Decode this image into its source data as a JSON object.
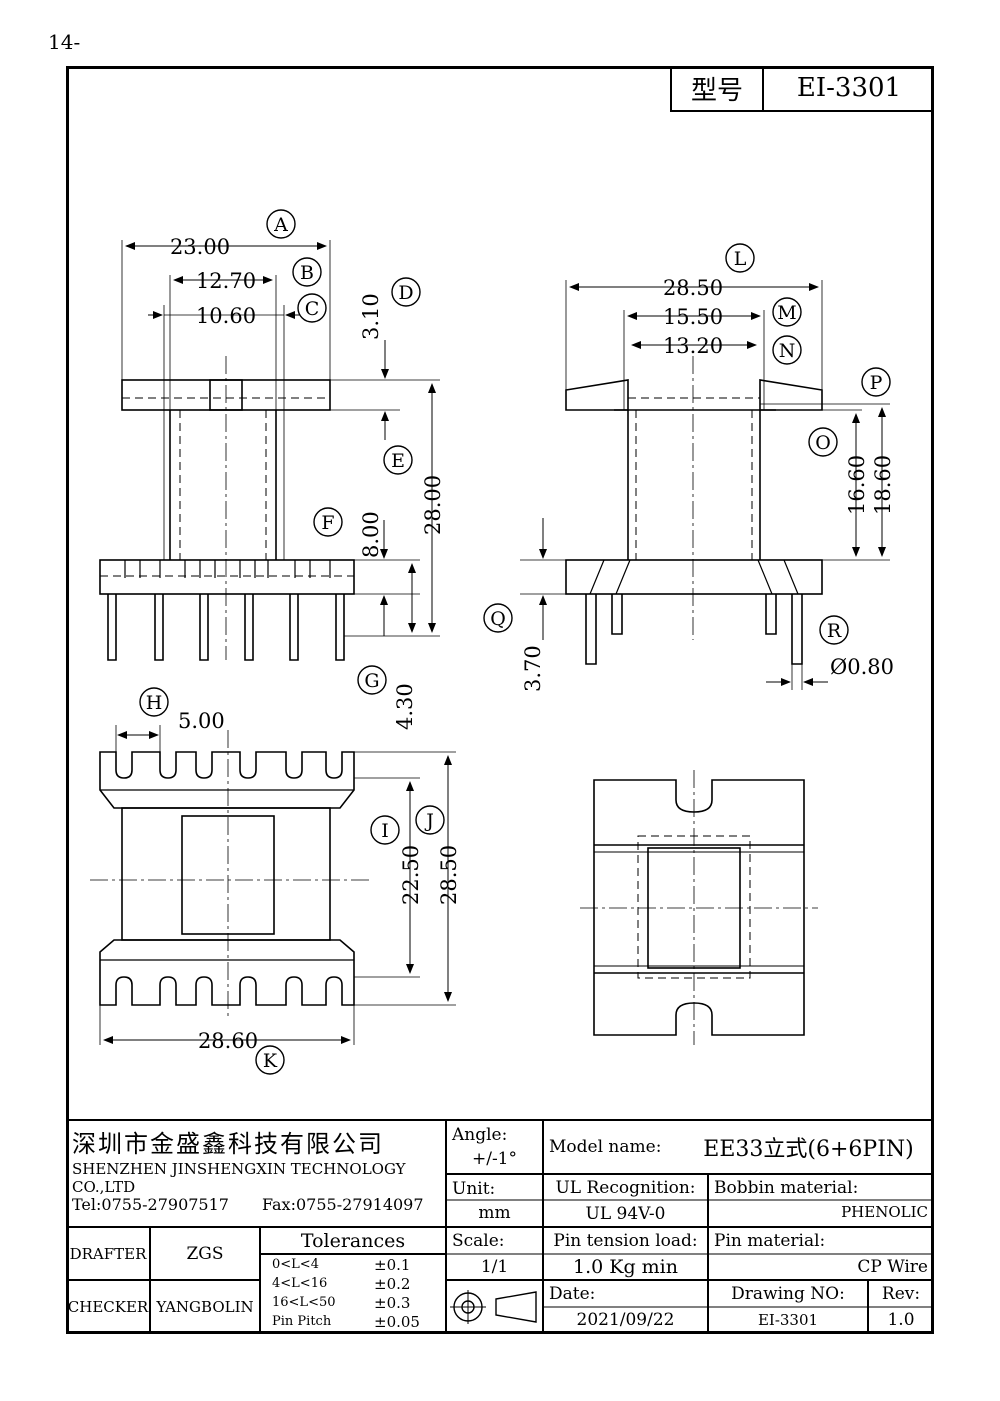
{
  "page_number": "14-",
  "model": {
    "label": "型号",
    "value": "EI-3301"
  },
  "dims": {
    "A": "23.00",
    "B": "12.70",
    "C": "10.60",
    "D": "3.10",
    "E": "",
    "F": "8.00",
    "G": "4.30",
    "H": "5.00",
    "I": "22.50",
    "J": "28.50",
    "K": "28.60",
    "L": "28.50",
    "M": "15.50",
    "N": "13.20",
    "O": "16.60",
    "P": "18.60",
    "Q": "3.70",
    "R": "Ø0.80",
    "front_height": "28.00"
  },
  "letters": [
    "A",
    "B",
    "C",
    "D",
    "E",
    "F",
    "G",
    "H",
    "I",
    "J",
    "K",
    "L",
    "M",
    "N",
    "O",
    "P",
    "Q",
    "R"
  ],
  "title_block": {
    "company_cn": "深圳市金盛鑫科技有限公司",
    "company_en": "SHENZHEN JINSHENGXIN TECHNOLOGY CO.,LTD",
    "tel": "Tel:0755-27907517",
    "fax": "Fax:0755-27914097",
    "angle_label": "Angle:",
    "angle_value": "+/-1°",
    "unit_label": "Unit:",
    "unit_value": "mm",
    "scale_label": "Scale:",
    "scale_value": "1/1",
    "model_name_label": "Model name:",
    "model_name_value": "EE33立式(6+6PIN)",
    "ul_label": "UL Recognition:",
    "ul_value": "UL 94V-0",
    "bobbin_label": "Bobbin material:",
    "bobbin_value": "PHENOLIC",
    "pin_tension_label": "Pin tension load:",
    "pin_tension_value": "1.0 Kg min",
    "pin_material_label": "Pin material:",
    "pin_material_value": "CP Wire",
    "date_label": "Date:",
    "date_value": "2021/09/22",
    "drawing_no_label": "Drawing NO:",
    "drawing_no_value": "EI-3301",
    "rev_label": "Rev:",
    "rev_value": "1.0",
    "drafter_label": "DRAFTER",
    "drafter_value": "ZGS",
    "checker_label": "CHECKER",
    "checker_value": "YANGBOLIN",
    "tolerances_title": "Tolerances",
    "tolerances": [
      {
        "range": "0<L<4",
        "tol": "±0.1"
      },
      {
        "range": "4<L<16",
        "tol": "±0.2"
      },
      {
        "range": "16<L<50",
        "tol": "±0.3"
      },
      {
        "range": "Pin Pitch",
        "tol": "±0.05"
      }
    ]
  }
}
